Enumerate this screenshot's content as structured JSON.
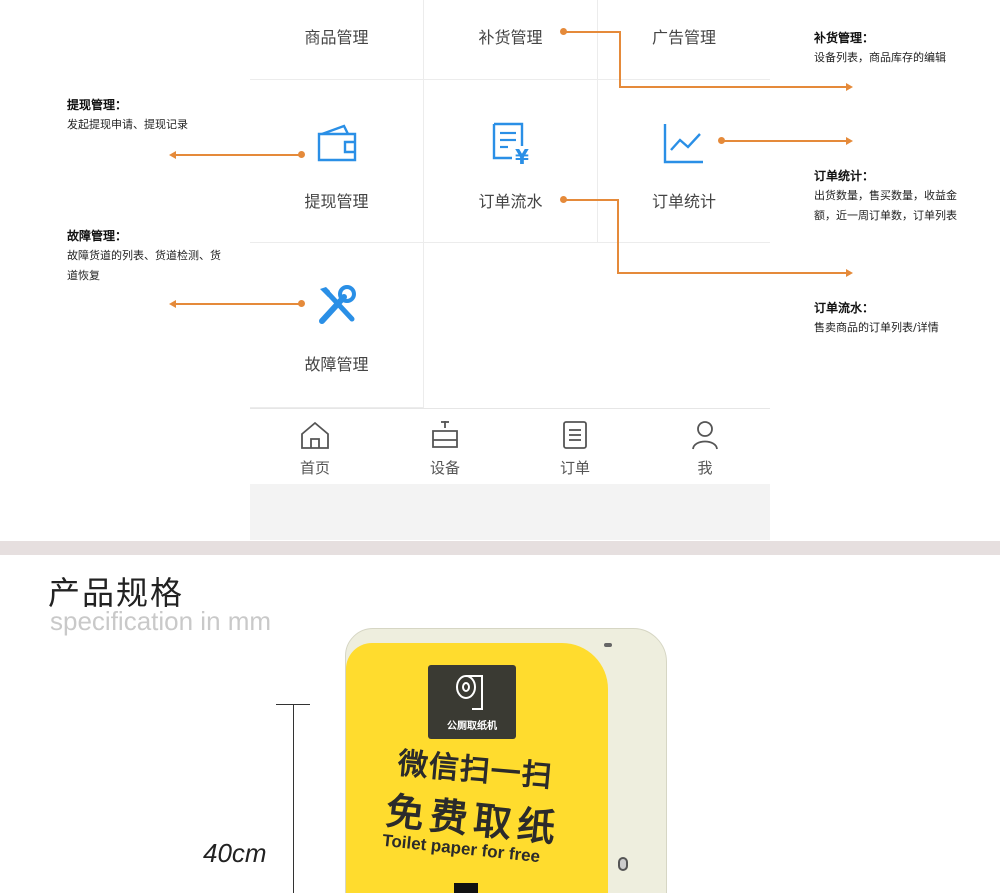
{
  "grid": {
    "items": [
      {
        "label": "商品管理"
      },
      {
        "label": "补货管理"
      },
      {
        "label": "广告管理"
      },
      {
        "label": "提现管理",
        "icon": "wallet-icon"
      },
      {
        "label": "订单流水",
        "icon": "invoice-yuan-icon"
      },
      {
        "label": "订单统计",
        "icon": "line-chart-icon"
      },
      {
        "label": "故障管理",
        "icon": "tools-icon"
      }
    ]
  },
  "tabbar": {
    "items": [
      {
        "label": "首页",
        "icon": "home-icon"
      },
      {
        "label": "设备",
        "icon": "device-icon"
      },
      {
        "label": "订单",
        "icon": "order-list-icon"
      },
      {
        "label": "我",
        "icon": "user-icon"
      }
    ]
  },
  "annotations": {
    "restock": {
      "title": "补货管理：",
      "desc": "设备列表，商品库存的编辑"
    },
    "withdraw": {
      "title": "提现管理：",
      "desc": "发起提现申请、提现记录"
    },
    "stats": {
      "title": "订单统计：",
      "desc1": "出货数量，售买数量，收益金",
      "desc2": "额，近一周订单数，订单列表"
    },
    "fault": {
      "title": "故障管理：",
      "desc1": "故障货道的列表、货道检测、货",
      "desc2": "道恢复"
    },
    "orders": {
      "title": "订单流水：",
      "desc": "售卖商品的订单列表/详情"
    }
  },
  "spec": {
    "title": "产品规格",
    "subtitle": "specification in mm",
    "height_label": "40cm"
  },
  "product": {
    "badge_text": "公厕取纸机",
    "line1": "微信扫一扫",
    "line2": "免费取纸",
    "line3": "Toilet paper for free"
  },
  "colors": {
    "accent_orange": "#e58a3a",
    "icon_blue": "#2a8fe6",
    "panel_yellow": "#ffdc2e"
  }
}
